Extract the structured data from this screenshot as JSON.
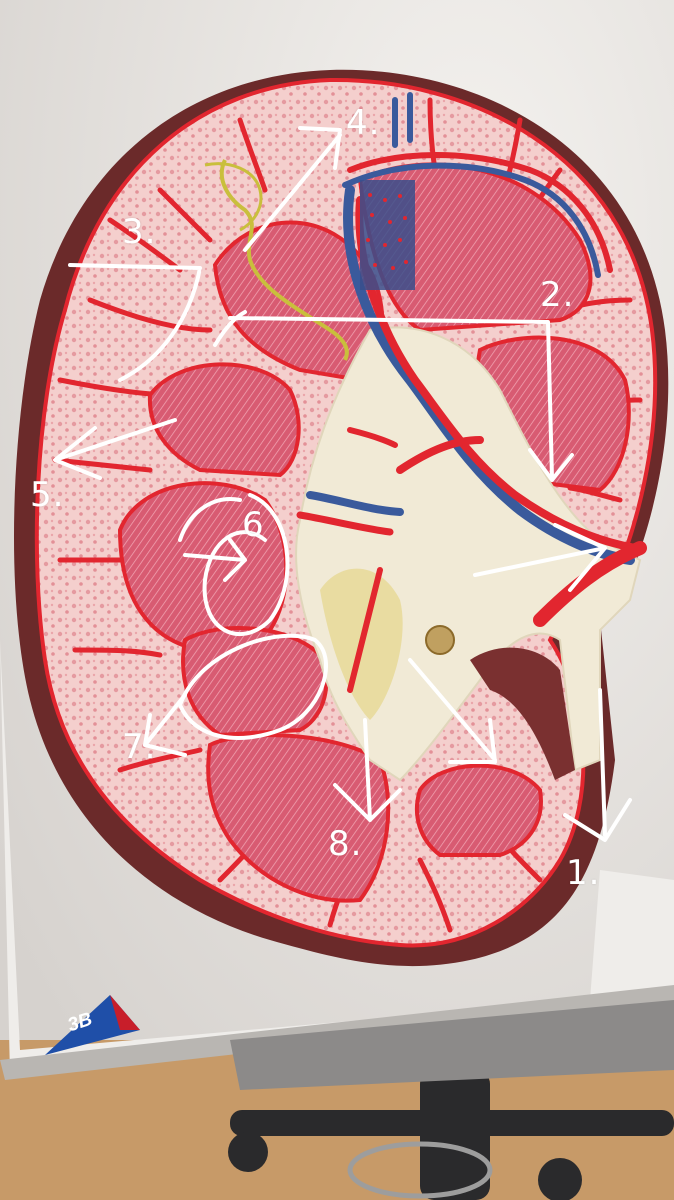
{
  "colors": {
    "background_wall": "#e9e6e2",
    "stand_base": "#f1efec",
    "floor": "#c79a68",
    "kidney_capsule": "#6b2a2a",
    "cortex": "#f2c6c4",
    "medulla_pyramid": "#d65a70",
    "artery": "#e0202a",
    "vein": "#3a5a9c",
    "pelvis_sinus": "#f1ead6",
    "annotation": "#ffffff",
    "logo_blue": "#1f4fa8"
  },
  "labels": {
    "l1": "1.",
    "l2": "2.",
    "l3": "3.",
    "l4": "4.",
    "l5": "5.",
    "l6": "6",
    "l7": "7.",
    "l8": "8."
  },
  "logo_text": "3B",
  "icons": {
    "logo": "3b-scientific-logo-icon",
    "chair": "office-chair-icon"
  }
}
